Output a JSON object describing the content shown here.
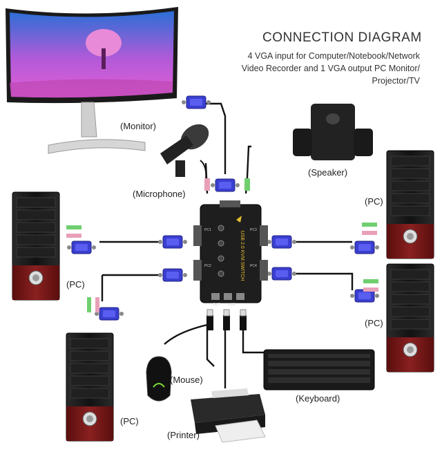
{
  "header": {
    "title": "CONNECTION DIAGRAM",
    "subtitle_lines": [
      "4 VGA input for Computer/Notebook/Network",
      "Video Recorder and 1 VGA output PC Monitor/",
      "Projector/TV"
    ]
  },
  "labels": {
    "monitor": "(Monitor)",
    "microphone": "(Microphone)",
    "speaker": "(Speaker)",
    "pc_top_left": "(PC)",
    "pc_top_right": "(PC)",
    "pc_bottom_left": "(PC)",
    "pc_bottom_right": "(PC)",
    "mouse": "(Mouse)",
    "keyboard": "(Keyboard)",
    "printer": "(Printer)"
  },
  "switch": {
    "model_text": "USB 2.0 KVM SWITCH",
    "port_labels": [
      "PC1",
      "PC2",
      "PC3",
      "PC4"
    ],
    "out_label": "OUT",
    "hub_label": "HUB"
  },
  "colors": {
    "vga_blue": "#3b3fd0",
    "cable": "#111111",
    "pc_body": "#161616",
    "pc_accent": "#7a1a1a",
    "mic_pink": "#e8a0b8",
    "audio_green": "#6fcf6f"
  }
}
